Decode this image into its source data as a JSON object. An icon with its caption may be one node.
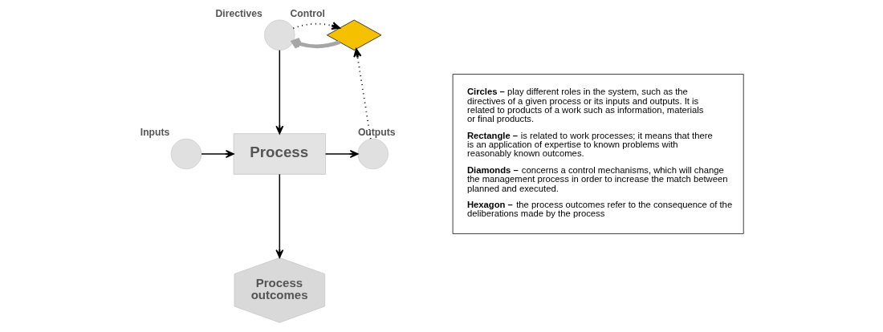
{
  "diagram": {
    "nodes": [
      {
        "text": [
          "Directives"
        ]
      },
      {
        "text": [
          "Control"
        ]
      },
      {
        "text": [
          "Inputs"
        ]
      },
      {
        "text": [
          "Process"
        ]
      },
      {
        "text": [
          "Outputs"
        ]
      },
      {
        "text": [
          "Process outcomes"
        ]
      },
      {
        "text": [
          "**Circles –** play different roles in the system, such as the directives of a given process or its inputs and outputs. It is related to products of a work such as information, materials or final products.",
          "**Rectangle –** is related to work processes; it means that there is an application of expertise to known problems with reasonably known outcomes.",
          "**Diamonds –** concerns a control mechanisms, which will change the management process in order to increase the match between planned and executed.",
          "**Hexagon –** the process outcomes refer to the consequence of the deliberations made by the process"
        ]
      }
    ],
    "edges": [
      {
        "from": 1,
        "to": 0,
        "arrow": "to",
        "style": "thick",
        "color": "#a6a6a6"
      },
      {
        "from": 0,
        "to": 1,
        "arrow": "to",
        "style": "dashed"
      },
      {
        "from": 0,
        "to": 3,
        "arrow": "to"
      },
      {
        "from": 2,
        "to": 3,
        "arrow": "to"
      },
      {
        "from": 3,
        "to": 4,
        "arrow": "to"
      },
      {
        "from": 4,
        "to": 1,
        "arrow": "to",
        "style": "dashed"
      },
      {
        "from": 3,
        "to": 5,
        "arrow": "to"
      }
    ]
  }
}
